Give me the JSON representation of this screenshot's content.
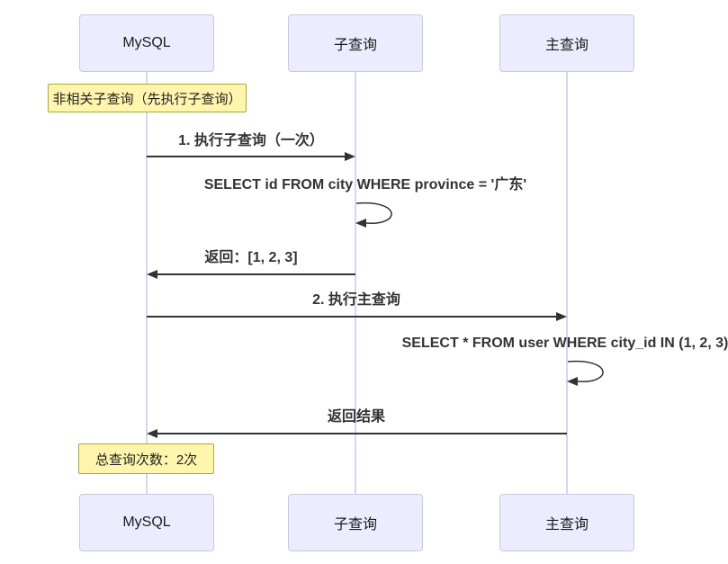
{
  "actors": [
    {
      "label": "MySQL"
    },
    {
      "label": "子查询"
    },
    {
      "label": "主查询"
    }
  ],
  "notes": [
    {
      "text": "非相关子查询（先执行子查询）",
      "over": "MySQL"
    },
    {
      "text": "总查询次数：2次",
      "over": "MySQL"
    }
  ],
  "messages": [
    {
      "text": "1. 执行子查询（一次）",
      "from": "MySQL",
      "to": "子查询",
      "style": "solid-arrow"
    },
    {
      "text": "SELECT id FROM city WHERE province = '广东'",
      "from": "子查询",
      "to": "子查询",
      "style": "self-loop"
    },
    {
      "text": "返回：[1, 2, 3]",
      "from": "子查询",
      "to": "MySQL",
      "style": "solid-arrow"
    },
    {
      "text": "2. 执行主查询",
      "from": "MySQL",
      "to": "主查询",
      "style": "solid-arrow"
    },
    {
      "text": "SELECT * FROM user WHERE city_id IN (1, 2, 3)",
      "from": "主查询",
      "to": "主查询",
      "style": "self-loop"
    },
    {
      "text": "返回结果",
      "from": "主查询",
      "to": "MySQL",
      "style": "solid-arrow"
    }
  ],
  "colors": {
    "background": "#FFFFFF",
    "actor_fill": "#ECECFF",
    "actor_border": "#C8C8E8",
    "lifeline": "#C9C9E9",
    "note_fill": "#FFF5AD",
    "note_border": "#AAAA33",
    "arrow": "#333333",
    "message_text": "#333333"
  }
}
